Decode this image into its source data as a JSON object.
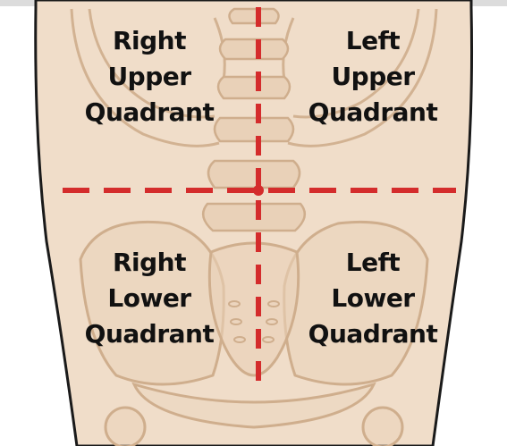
{
  "diagram": {
    "quadrants": [
      {
        "id": "right-upper",
        "lines": [
          "Right",
          "Upper",
          "Quadrant"
        ]
      },
      {
        "id": "left-upper",
        "lines": [
          "Left",
          "Upper",
          "Quadrant"
        ]
      },
      {
        "id": "right-lower",
        "lines": [
          "Right",
          "Lower",
          "Quadrant"
        ]
      },
      {
        "id": "left-lower",
        "lines": [
          "Left",
          "Lower",
          "Quadrant"
        ]
      }
    ],
    "colors": {
      "skin": "#f0ddc9",
      "bone": "#e9d1b8",
      "bone_outline": "#cfae8d",
      "body_outline": "#1a1a1a",
      "divider": "#d42c2c",
      "label_text": "#111111",
      "top_band": "#dcdcdc"
    }
  }
}
